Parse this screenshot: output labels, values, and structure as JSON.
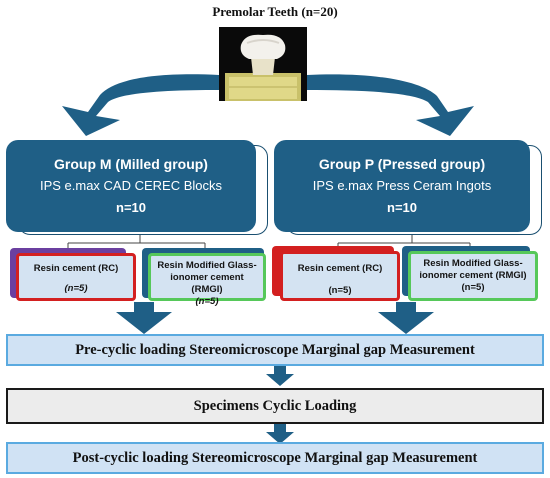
{
  "title": "Premolar Teeth (n=20)",
  "groups": [
    {
      "title": "Group M (Milled group)",
      "material": "IPS e.max CAD CEREC Blocks",
      "n": "n=10",
      "cements": [
        {
          "label": "Resin cement (RC)",
          "n": "(n=5)",
          "border": "red"
        },
        {
          "label": "Resin Modified Glass-ionomer cement (RMGI)",
          "n": "(n=5)",
          "border": "green"
        }
      ]
    },
    {
      "title": "Group P (Pressed group)",
      "material": "IPS e.max Press Ceram Ingots",
      "n": "n=10",
      "cements": [
        {
          "label": "Resin cement (RC)",
          "n": "(n=5)",
          "border": "red"
        },
        {
          "label": "Resin Modified Glass-ionomer cement (RMGI)",
          "n": "(n=5)",
          "border": "green"
        }
      ]
    }
  ],
  "steps": [
    "Pre-cyclic loading Stereomicroscope Marginal gap Measurement",
    "Specimens Cyclic Loading",
    "Post-cyclic loading Stereomicroscope Marginal gap Measurement"
  ],
  "colors": {
    "group_fill": "#1f5f86",
    "arrow": "#1f5f86",
    "red_border": "#d32020",
    "green_border": "#56c85a",
    "stage_blue_fill": "#d0e2f4",
    "stage_blue_border": "#5aaae0",
    "stage_gray_fill": "#ececec"
  }
}
